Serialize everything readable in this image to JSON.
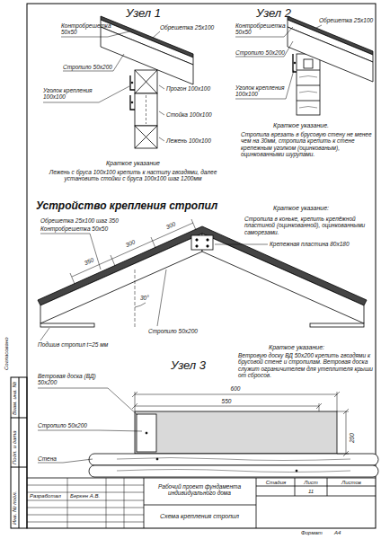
{
  "diagram": {
    "title": "Устройство крепления стропил",
    "labels": [
      "Узел 1",
      "Контробрешетка 50х50",
      "Обрешетка 25х100",
      "Стропило 50х200",
      "Уголок крепления 100х100",
      "Прогон 100х100",
      "Стойка 100х100",
      "Лежень 100х100",
      "Краткое указание",
      "Лежень с бруса 100х100 крепить к настилу гвоздями, далее установить стойки с бруса 100х100 шаг 1200мм",
      "Узел 2",
      "Контробрешетка 50х50",
      "Обрешетка 25х100",
      "Стропило 50х200",
      "Уголок крепления 100х100",
      "Краткое указание.",
      "Стропила врезать в брусовую стену не менее чем на 30мм, стропила крепить к стене крепежным уголком (оцинкованым), оцинкованными шурупами.",
      "Краткое указание:",
      "Стропила в коньке, крепить крепёжной пластиной (оцинкованной), оцинкованными саморезами.",
      "Обрешетка 25х100 шаг 350",
      "Контробрешетка 50х50",
      "Крепежная пластина 80х180",
      "350",
      "300",
      "300",
      "30°",
      "Подшив стропил t=25 мм",
      "Стропило 50х200",
      "Узел 3",
      "Краткое указание:",
      "Ветровую доску ВД 50х200 крепить гвоздями к брусовой стене и стропилам. Ветровая доска служит ограничителем для утеплителя крыши от сбросов.",
      "Ветровая доска (ВД) 50х200",
      "600",
      "550",
      "200",
      "Стропило 50х200",
      "Стена",
      "Разработал",
      "Беркен А.В.",
      "Рабочий проект фундамента индивидуального дома",
      "Схема крепления стропил",
      "Стадия",
      "Лист",
      "Листов",
      "11",
      "Формат",
      "А4",
      "Согласовано",
      "Взам. инв. №",
      "Подп. и дата",
      "Инв. № подл."
    ]
  }
}
